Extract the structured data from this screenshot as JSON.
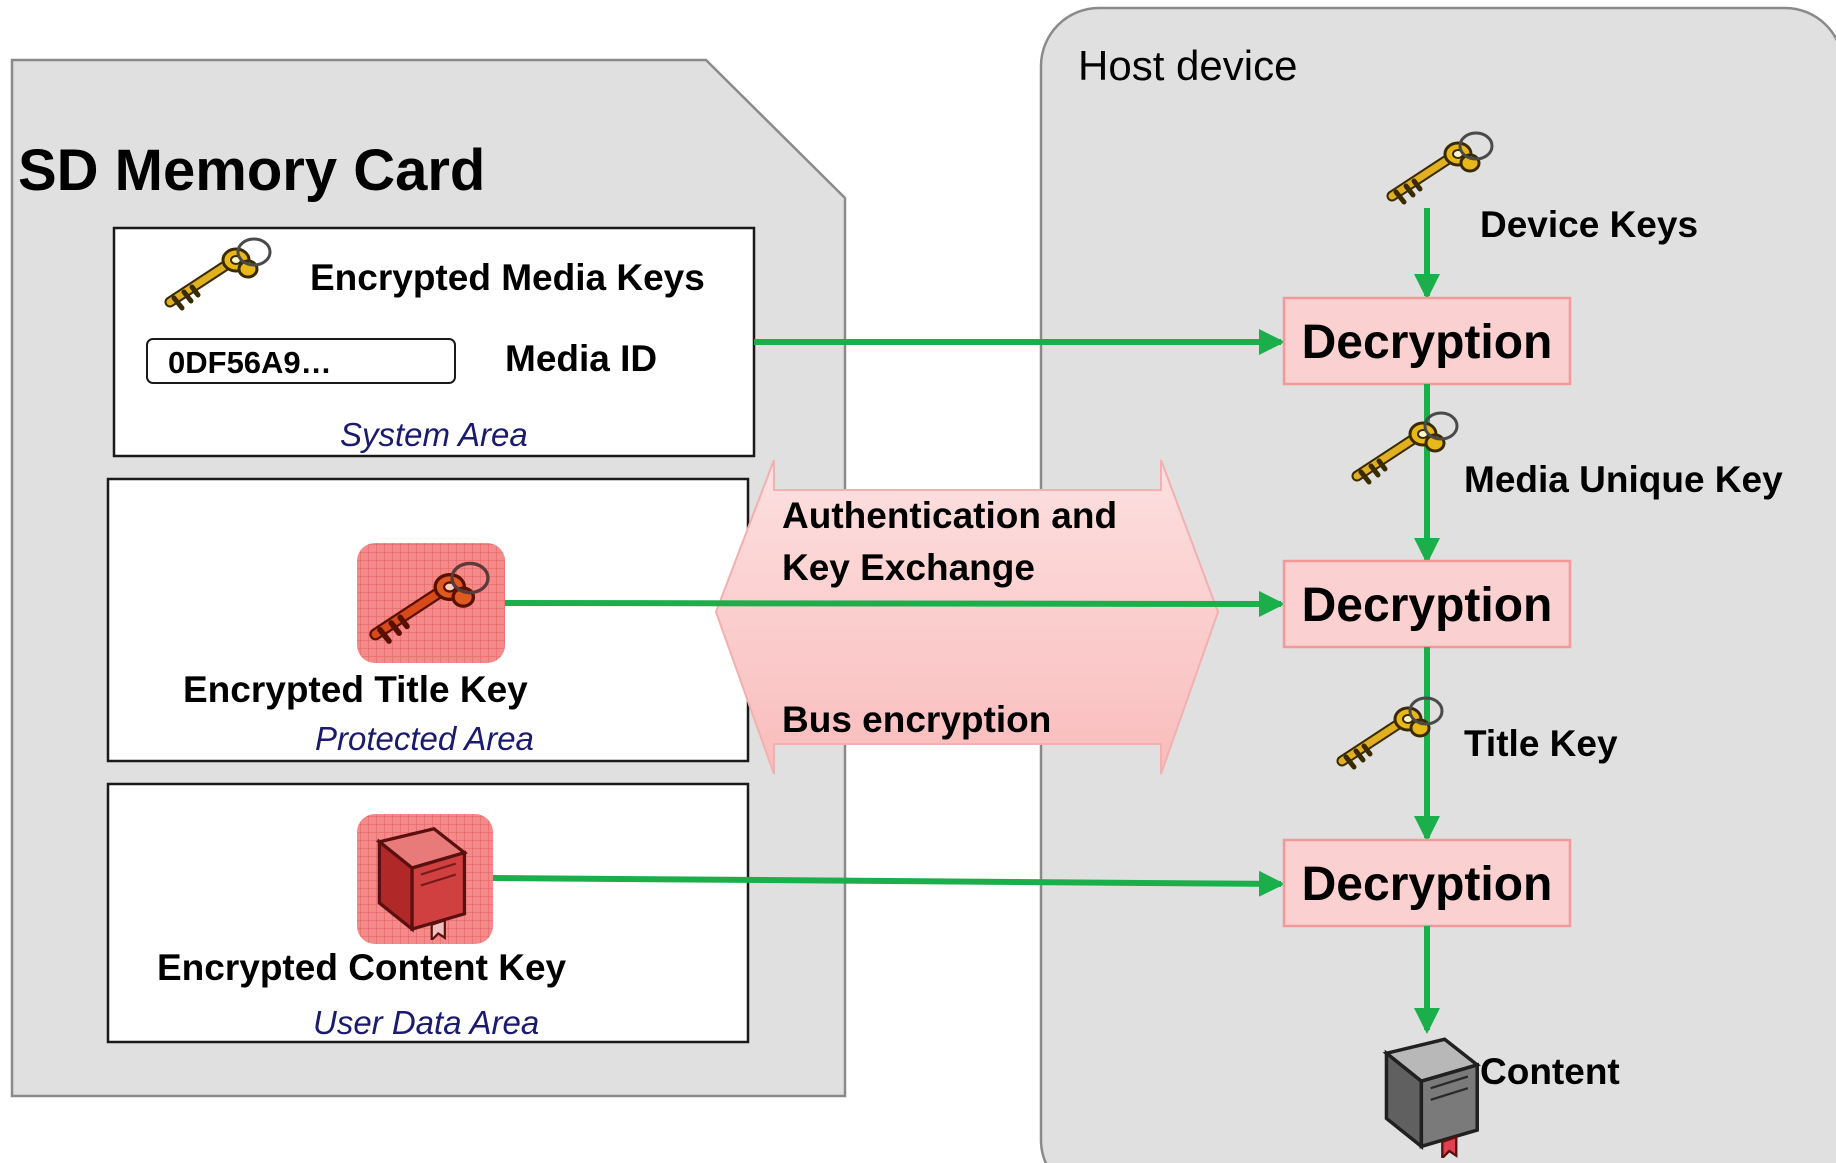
{
  "sd_card": {
    "title": "SD Memory Card",
    "system_area": {
      "encrypted_media_keys": "Encrypted Media Keys",
      "media_id_value": "0DF56A9…",
      "media_id_label": "Media ID",
      "area_label": "System Area"
    },
    "protected_area": {
      "label": "Encrypted Title Key",
      "area_label": "Protected Area"
    },
    "user_data_area": {
      "label": "Encrypted Content Key",
      "area_label": "User Data Area"
    }
  },
  "bus": {
    "auth_line1": "Authentication  and",
    "auth_line2": "Key Exchange",
    "bus_encryption": "Bus encryption"
  },
  "host": {
    "title": "Host device",
    "device_keys": "Device Keys",
    "decryption_1": "Decryption",
    "media_unique_key": "Media Unique Key",
    "decryption_2": "Decryption",
    "title_key": "Title Key",
    "decryption_3": "Decryption",
    "content": "Content"
  },
  "colors": {
    "arrow": "#1aaf4b",
    "card_fill": "#e0e0e0",
    "decrypt_fill": "#fbd0d0",
    "decrypt_border": "#f29a9a",
    "bus_arrow_fill": "#fcd0d0",
    "key_gold": "#d4a017",
    "key_red": "#c0392b",
    "icon_tile": "#f28b8b"
  },
  "icons": [
    "key-icon",
    "book-icon"
  ]
}
